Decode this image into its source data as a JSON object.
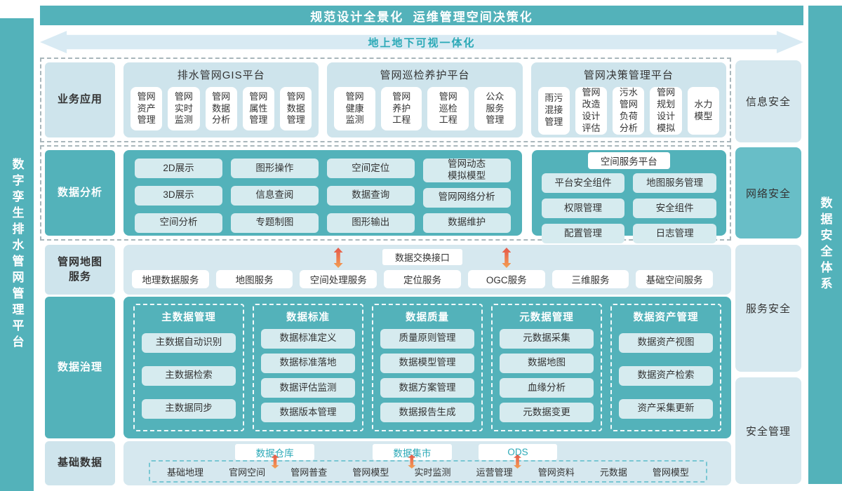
{
  "left_bar": {
    "title": "数字孪生排水管网管理平台"
  },
  "right_bar": {
    "title": "数据安全体系"
  },
  "banners": {
    "top": "规范设计全景化  运维管理空间决策化",
    "arrow": "地上地下可视一体化"
  },
  "security": {
    "items": [
      "信息安全",
      "网络安全",
      "服务安全",
      "安全管理"
    ]
  },
  "rows": {
    "business": {
      "label": "业务应用",
      "platforms": [
        {
          "title": "排水管网GIS平台",
          "items": [
            "管网\n资产\n管理",
            "管网\n实时\n监测",
            "管网\n数据\n分析",
            "管网\n属性\n管理",
            "管网\n数据\n管理"
          ]
        },
        {
          "title": "管网巡检养护平台",
          "items": [
            "管网\n健康\n监测",
            "管网\n养护\n工程",
            "管网\n巡检\n工程",
            "公众\n服务\n管理"
          ]
        },
        {
          "title": "管网决策管理平台",
          "items": [
            "雨污\n混接\n管理",
            "管网\n改造\n设计\n评估",
            "污水\n管网\n负荷\n分析",
            "管网\n规划\n设计\n模拟",
            "水力\n模型"
          ]
        }
      ]
    },
    "analysis": {
      "label": "数据分析",
      "grid": [
        [
          "2D展示",
          "3D展示",
          "空间分析"
        ],
        [
          "图形操作",
          "信息查阅",
          "专题制图"
        ],
        [
          "空间定位",
          "数据查询",
          "图形输出"
        ],
        [
          "管网动态\n模拟模型",
          "管网网络分析",
          "数据维护"
        ]
      ],
      "service_platform": {
        "title": "空间服务平台",
        "columns": [
          [
            "平台安全组件",
            "权限管理",
            "配置管理"
          ],
          [
            "地图服务管理",
            "安全组件",
            "日志管理"
          ]
        ]
      }
    },
    "map_service": {
      "label": "管网地图\n服务",
      "exchange": "数据交换接口",
      "services": [
        "地理数据服务",
        "地图服务",
        "空间处理服务",
        "定位服务",
        "OGC服务",
        "三维服务",
        "基础空间服务"
      ]
    },
    "governance": {
      "label": "数据治理",
      "columns": [
        {
          "title": "主数据管理",
          "items": [
            "主数据自动识别",
            "主数据检索",
            "主数据同步"
          ]
        },
        {
          "title": "数据标准",
          "items": [
            "数据标准定义",
            "数据标准落地",
            "数据评估监测",
            "数据版本管理"
          ]
        },
        {
          "title": "数据质量",
          "items": [
            "质量原则管理",
            "数据模型管理",
            "数据方案管理",
            "数据报告生成"
          ]
        },
        {
          "title": "元数据管理",
          "items": [
            "元数据采集",
            "数据地图",
            "血缘分析",
            "元数据变更"
          ]
        },
        {
          "title": "数据资产管理",
          "items": [
            "数据资产视图",
            "数据资产检索",
            "资产采集更新"
          ]
        }
      ]
    },
    "base_data": {
      "label": "基础数据",
      "stores": [
        "数据仓库",
        "数据集市",
        "ODS"
      ],
      "sources": [
        "基础地理",
        "官网空间",
        "管网普查",
        "管网模型",
        "实时监测",
        "运营管理",
        "管网资料",
        "元数据",
        "管网模型"
      ]
    }
  },
  "icons": {
    "exchange_arrow": "vertical-double-arrow"
  },
  "colors": {
    "teal": "#53b2ba",
    "panel_light": "#cee4ec",
    "item_light": "#d6ebef",
    "network_security_bg": "#68bec7",
    "teal_text": "#2ba9b7",
    "arrow_gradient_top": "#e4584a",
    "arrow_gradient_bottom": "#f2a052",
    "text_dark": "#333333"
  }
}
